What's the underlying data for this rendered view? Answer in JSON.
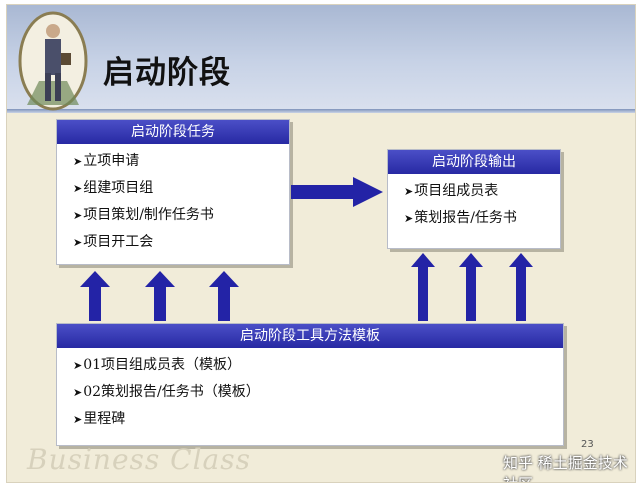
{
  "title": "启动阶段",
  "bullet": "➤",
  "tasks": {
    "heading": "启动阶段任务",
    "items": [
      "立项申请",
      "组建项目组",
      "项目策划/制作任务书",
      "项目开工会"
    ]
  },
  "outputs": {
    "heading": "启动阶段输出",
    "items": [
      "项目组成员表",
      "策划报告/任务书"
    ]
  },
  "tools": {
    "heading": "启动阶段工具方法模板",
    "items": [
      "01项目组成员表（模板）",
      "02策划报告/任务书（模板）",
      "里程碑"
    ]
  },
  "page_number": "23",
  "background_watermark": "Business Class",
  "source_watermark": "知乎 稀土掘金技术社区",
  "colors": {
    "header_band": "#2729a3",
    "arrow": "#2323a6",
    "background": "#f1ecd9"
  }
}
